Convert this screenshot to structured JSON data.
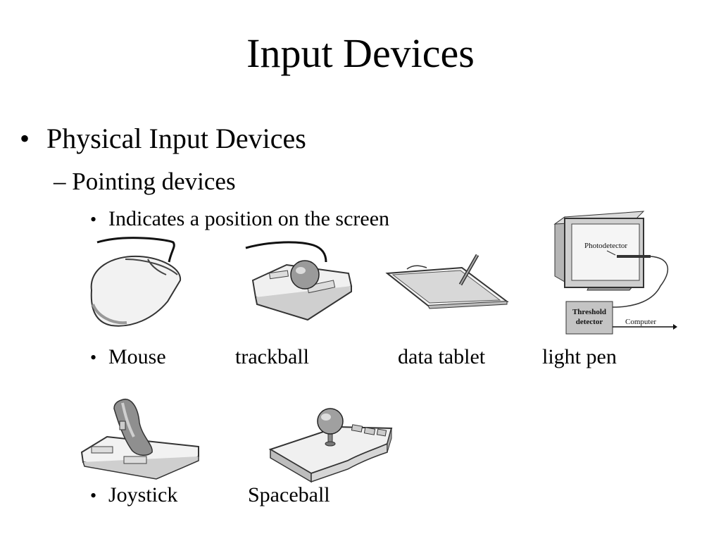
{
  "slide": {
    "title": "Input Devices",
    "bullet1": "Physical Input Devices",
    "bullet2": "Pointing devices",
    "bullet3": "Indicates a position on the screen"
  },
  "devices_row1": [
    {
      "caption": "Mouse",
      "icon": "mouse-icon"
    },
    {
      "caption": "trackball",
      "icon": "trackball-icon"
    },
    {
      "caption": "data tablet",
      "icon": "data-tablet-icon"
    },
    {
      "caption": "light pen",
      "icon": "light-pen-icon"
    }
  ],
  "light_pen_labels": {
    "photodetector": "Photodetector",
    "threshold_line1": "Threshold",
    "threshold_line2": "detector",
    "computer": "Computer"
  },
  "devices_row2": [
    {
      "caption": "Joystick",
      "icon": "joystick-icon"
    },
    {
      "caption": "Spaceball",
      "icon": "spaceball-icon"
    }
  ],
  "bullet_symbols": {
    "level1": "•",
    "level2": "–",
    "level3": "•"
  }
}
